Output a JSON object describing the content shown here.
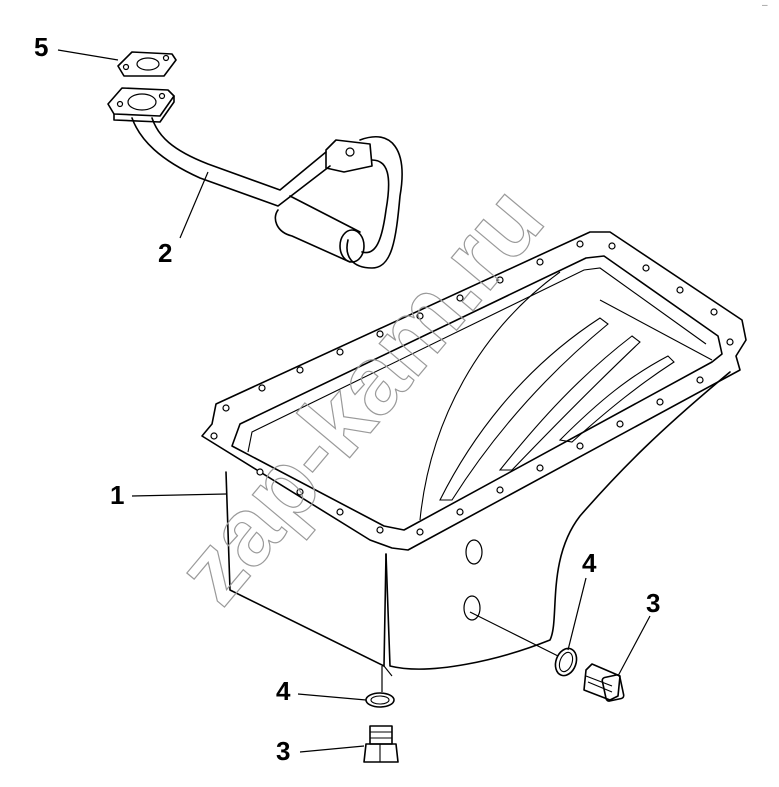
{
  "watermark": "zap-kam.ru",
  "callouts": {
    "c1": "1",
    "c2": "2",
    "c3a": "3",
    "c3b": "3",
    "c4a": "4",
    "c4b": "4",
    "c5": "5"
  },
  "corner_mark": "–"
}
